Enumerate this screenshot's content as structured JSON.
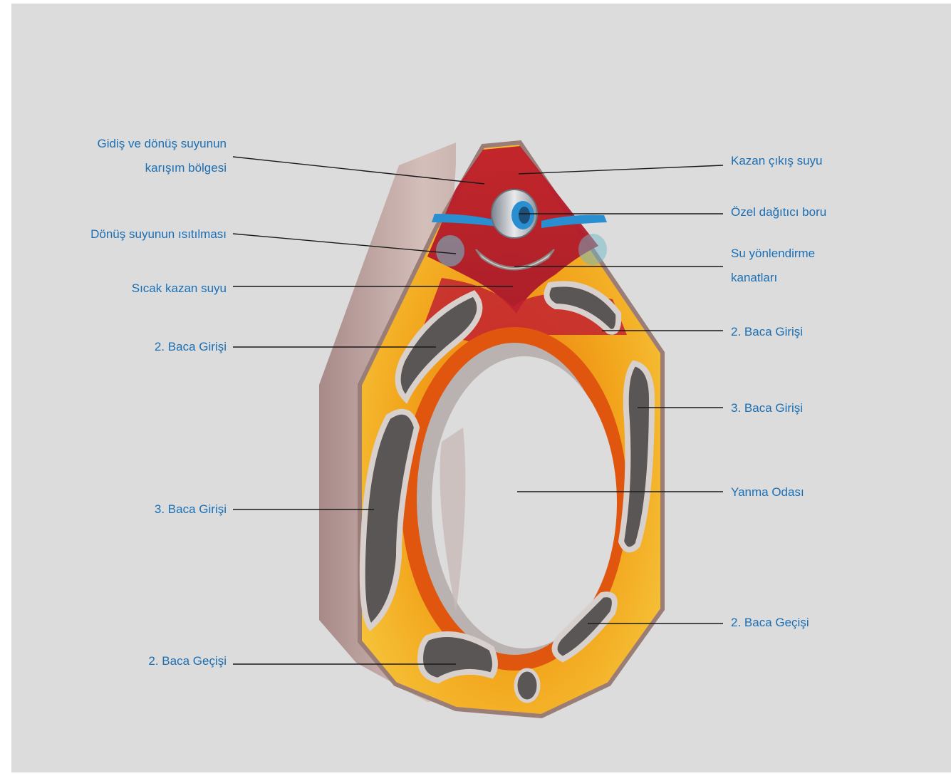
{
  "labels": {
    "mixing_zone": "Gidiş ve dönüş suyunun\nkarışım bölgesi",
    "return_heating": "Dönüş suyunun ısıtılması",
    "hot_boiler_water": "Sıcak kazan suyu",
    "second_flue_inlet_left": "2. Baca Girişi",
    "third_flue_inlet_left": "3. Baca Girişi",
    "second_flue_pass_left": "2. Baca Geçişi",
    "boiler_outlet_water": "Kazan çıkış suyu",
    "special_distributor_pipe": "Özel dağıtıcı boru",
    "water_guide_vanes": "Su yönlendirme\nkanatları",
    "second_flue_inlet_right": "2. Baca Girişi",
    "third_flue_inlet_right": "3. Baca Girişi",
    "combustion_chamber": "Yanma Odası",
    "second_flue_pass_right": "2. Baca Geçişi"
  },
  "colors": {
    "label_text": "#1a6fb5",
    "leader_line": "#1a1a1a",
    "panel_background": "#dcdcdc",
    "hot_water": "#b0202a",
    "warm_water": "#f0a020",
    "return_water": "#2a8fd0",
    "casing": "#c8b0ac"
  }
}
